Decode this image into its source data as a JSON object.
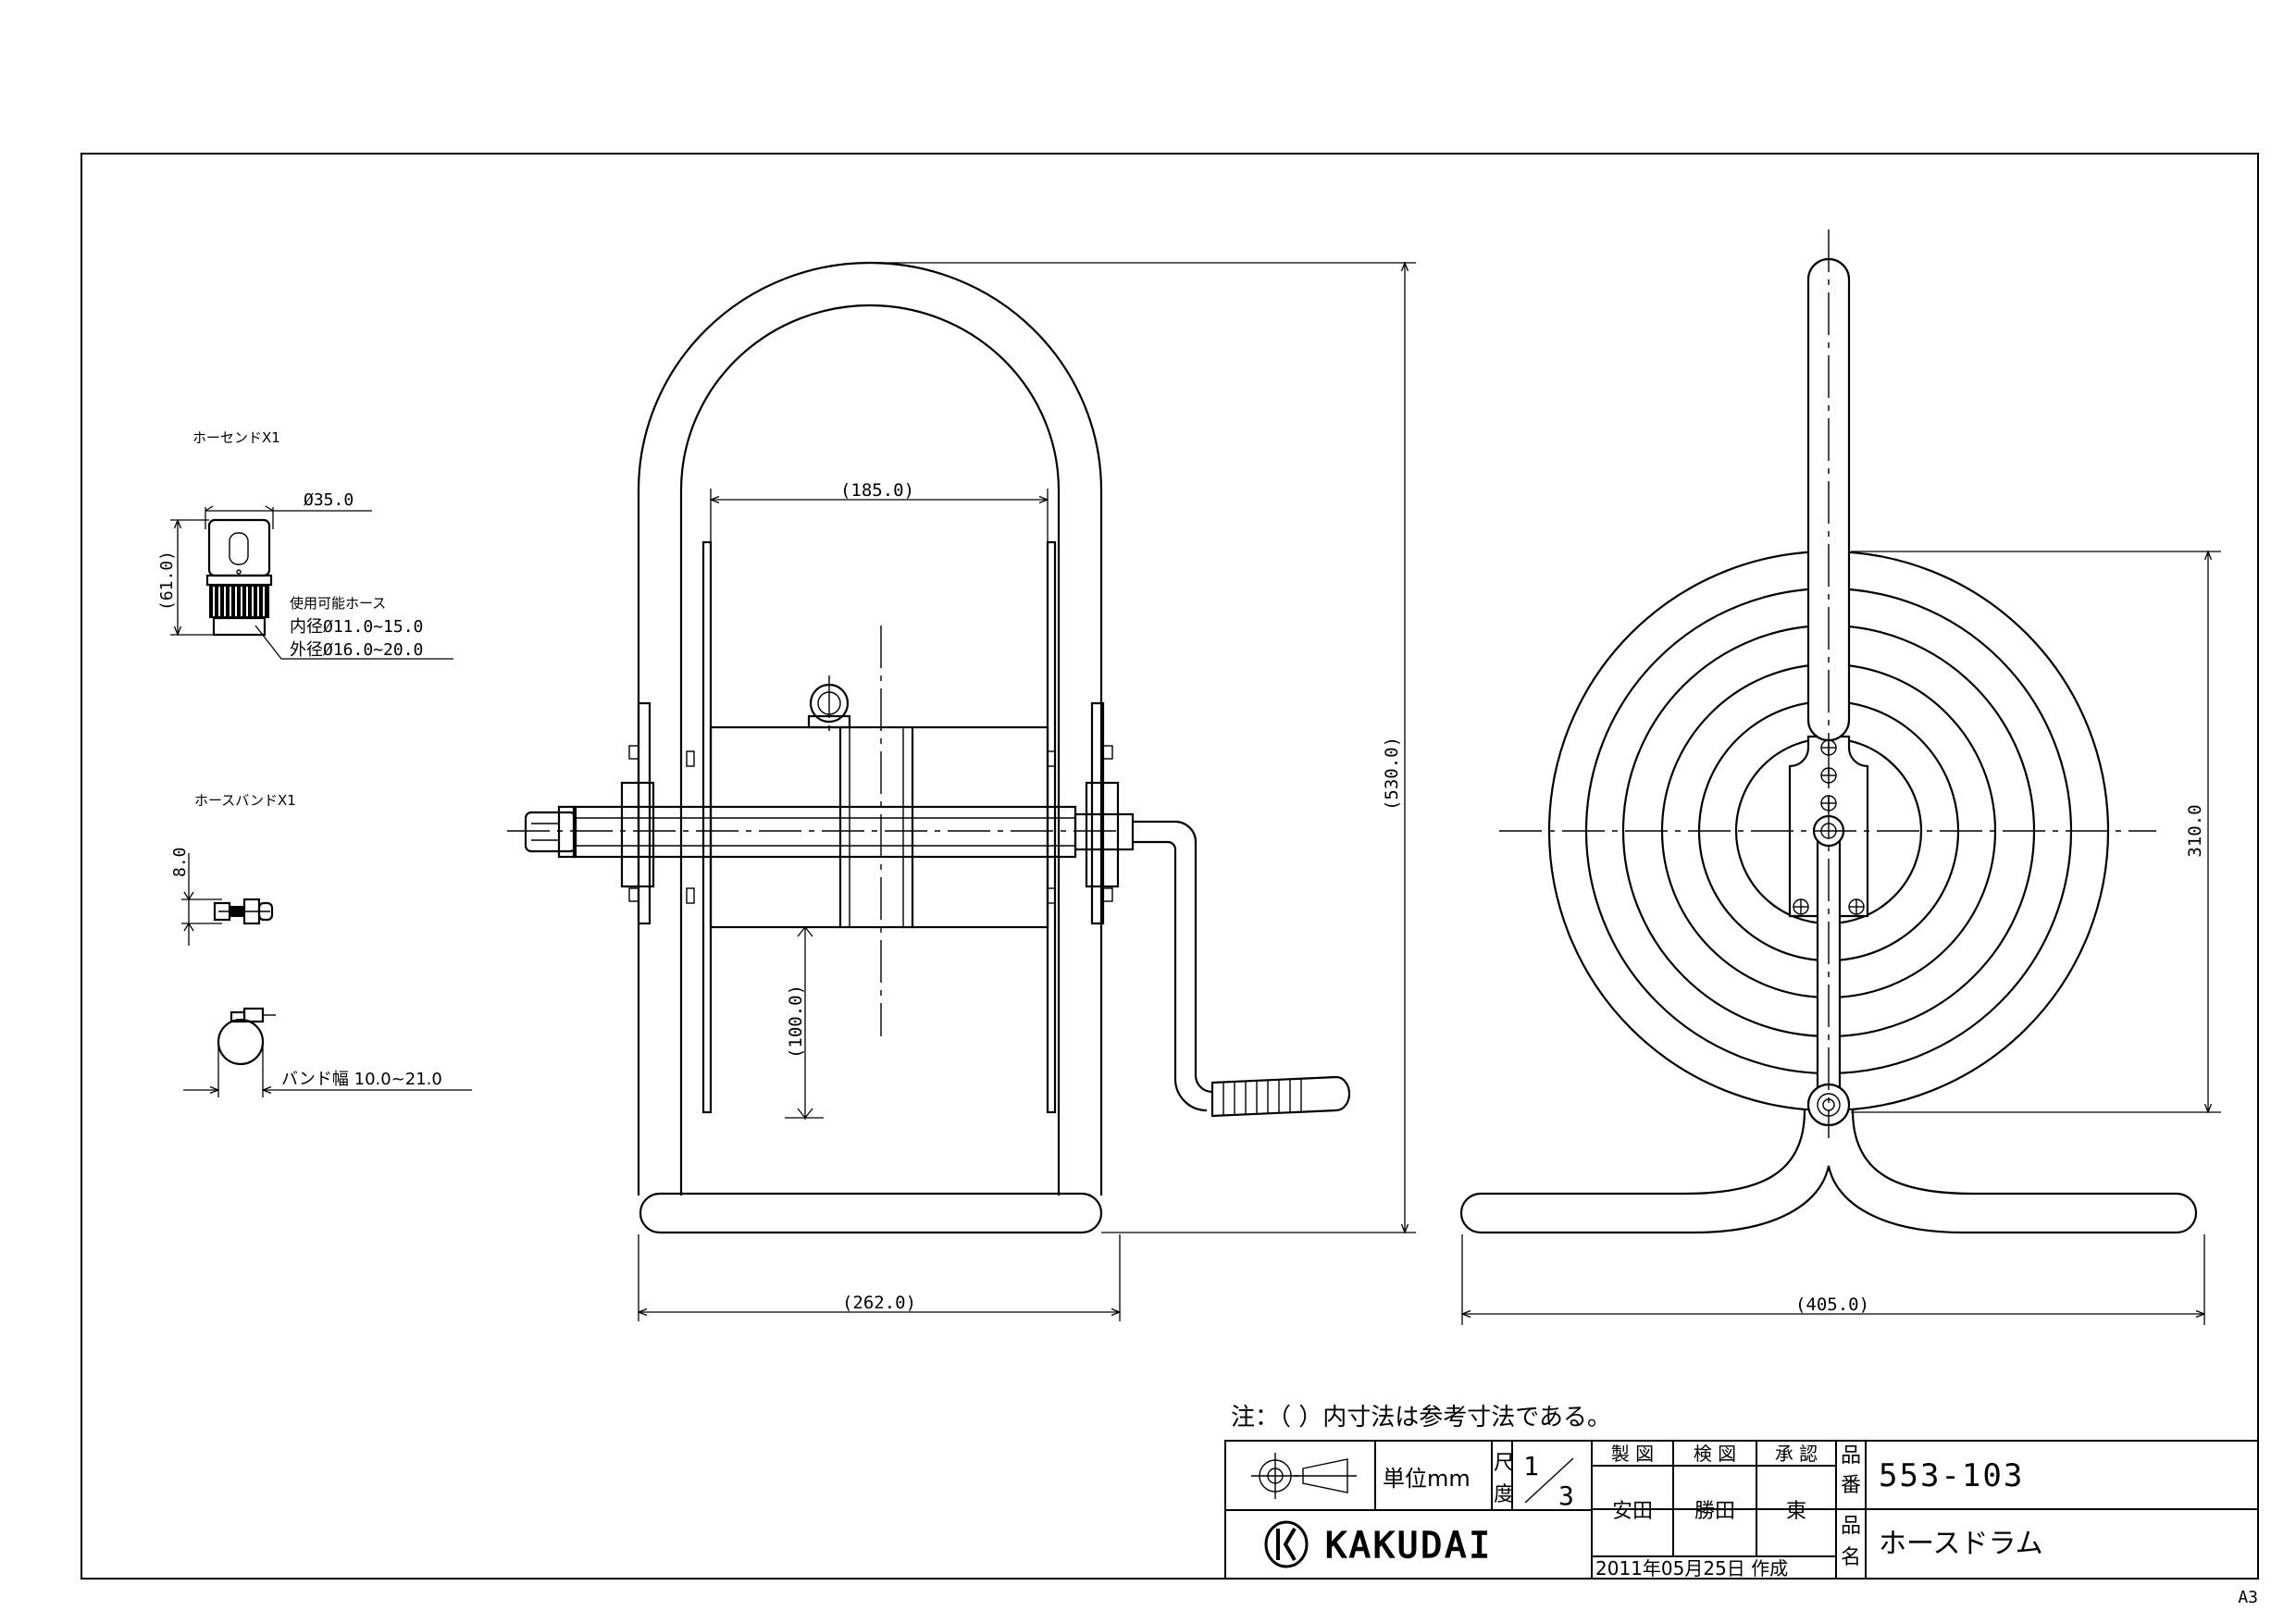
{
  "drawing": {
    "sheet_size": "A3",
    "note": "注：（ ）内寸法は参考寸法である。",
    "front_view": {
      "dim_top_width": "(185.0)",
      "dim_height": "(530.0)",
      "dim_drum_radius": "(100.0)",
      "dim_base_width": "(262.0)"
    },
    "side_view": {
      "dim_coil_diameter": "310.0",
      "dim_base_width": "(405.0)"
    },
    "accessories": {
      "hose_end": {
        "title": "ホーセンドX1",
        "dim_diameter": "Ø35.0",
        "dim_height": "(61.0)",
        "usable_hose_label": "使用可能ホース",
        "inner_diameter": "内径Ø11.0~15.0",
        "outer_diameter": "外径Ø16.0~20.0"
      },
      "hose_band": {
        "title": "ホースバンドX1",
        "dim_width": "8.0",
        "band_width": "バンド幅 10.0~21.0"
      }
    }
  },
  "title_block": {
    "units_label": "単位mm",
    "scale_label_1": "尺",
    "scale_label_2": "度",
    "scale_num": "1",
    "scale_den": "3",
    "drawn_label": "製 図",
    "checked_label": "検 図",
    "approved_label": "承 認",
    "drawn_by": "安田",
    "checked_by": "勝田",
    "approved_by": "東",
    "date": "2011年05月25日 作成",
    "part_no_label_1": "品",
    "part_no_label_2": "番",
    "part_no": "553-103",
    "part_name_label_1": "品",
    "part_name_label_2": "名",
    "part_name": "ホースドラム",
    "company": "KAKUDAI"
  }
}
